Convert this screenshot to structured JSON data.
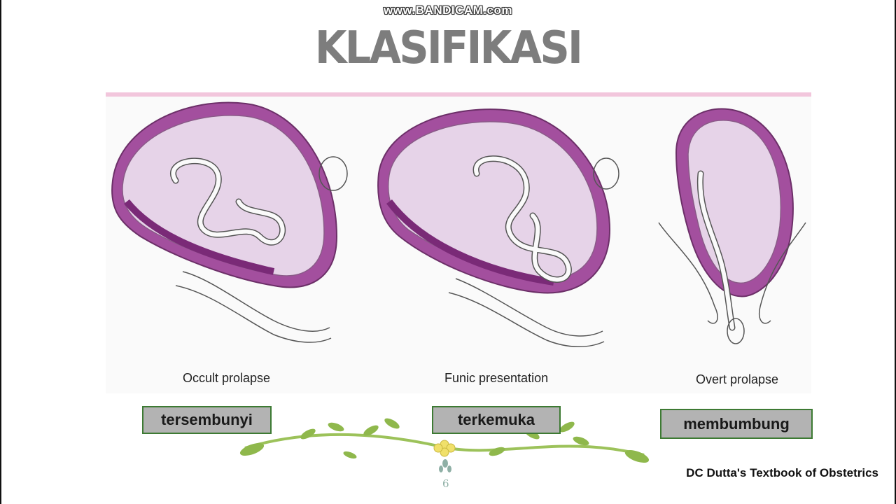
{
  "watermark": "www.BANDICAM.com",
  "slide": {
    "title": "KLASIFIKASI",
    "page_number": "6",
    "source": "DC Dutta's Textbook of Obstetrics"
  },
  "figure": {
    "captions": [
      "Occult prolapse",
      "Funic presentation",
      "Overt prolapse"
    ]
  },
  "labels": [
    "tersembunyi",
    "terkemuka",
    "membumbung"
  ],
  "colors": {
    "title": "#7d7d7d",
    "label_bg": "#b3b3b3",
    "label_border": "#3d7a33",
    "accent_bar": "#f2c6dc",
    "uterus": "#a34f9e",
    "fetus": "#e6d3e8"
  }
}
